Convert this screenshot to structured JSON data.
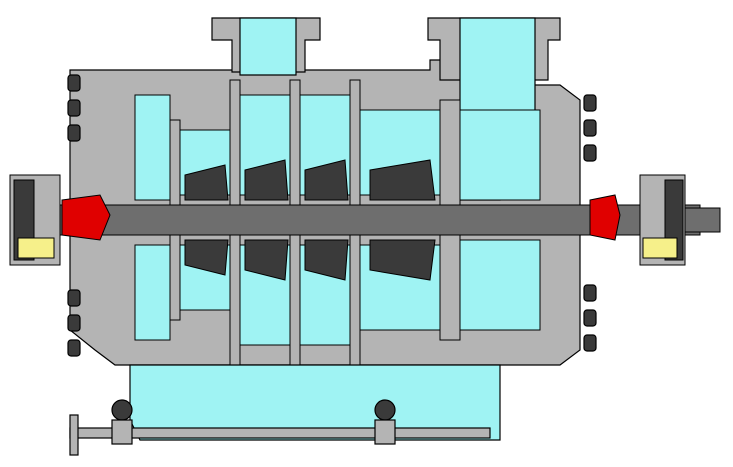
{
  "figure": {
    "kind": "pump-cross-section",
    "colors": {
      "casing": "#b4b4b4",
      "fluid": "#9ff3f3",
      "shaft": "#6e6e6e",
      "dark": "#3a3a3a",
      "bearing_red": "#e00000",
      "bearing_yellow": "#f6f08a",
      "outline": "#000000",
      "background": "#ffffff"
    },
    "parts": {
      "stages": 4,
      "suction_flange": "left-top",
      "discharge_flange": "right-top",
      "valves": 2,
      "bearing_housings": 2
    }
  }
}
